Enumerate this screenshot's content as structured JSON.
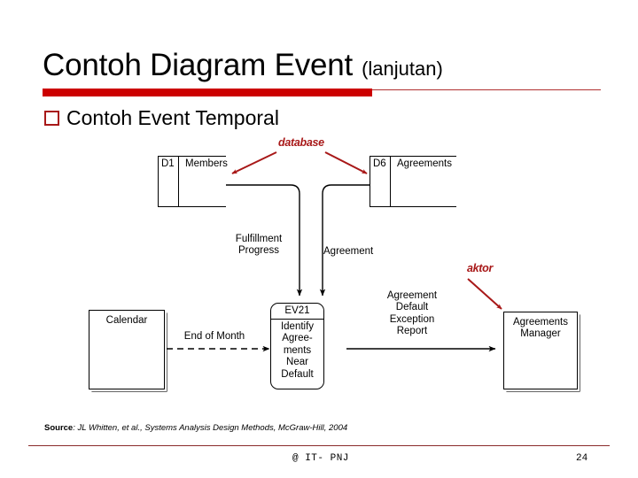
{
  "slide": {
    "title_main": "Contoh Diagram Event",
    "title_sub": "(lanjutan)",
    "bullet": "Contoh Event Temporal",
    "accent_red": "#cc0000",
    "annotation_red": "#a81818"
  },
  "diagram": {
    "data_stores": [
      {
        "id": "D1",
        "name": "Members"
      },
      {
        "id": "D6",
        "name": "Agreements"
      }
    ],
    "external_agents": [
      {
        "name": "Calendar"
      },
      {
        "name": "Agreements\nManager"
      }
    ],
    "process": {
      "id": "EV21",
      "name": "Identify\nAgree-\nments\nNear\nDefault"
    },
    "flows": [
      {
        "label": "Fulfillment\nProgress",
        "style": "solid"
      },
      {
        "label": "Agreement",
        "style": "solid"
      },
      {
        "label": "End of Month",
        "style": "dashed"
      },
      {
        "label": "Agreement\nDefault\nException\nReport",
        "style": "solid"
      }
    ],
    "annotations": [
      {
        "text": "database",
        "points_to": "data-stores"
      },
      {
        "text": "aktor",
        "points_to": "agreements-manager"
      }
    ]
  },
  "source": {
    "label": "Source",
    "citation": ": JL Whitten, et al., Systems Analysis Design Methods, McGraw-Hill, 2004"
  },
  "footer": {
    "left": "@ IT- PNJ",
    "page": "24"
  }
}
